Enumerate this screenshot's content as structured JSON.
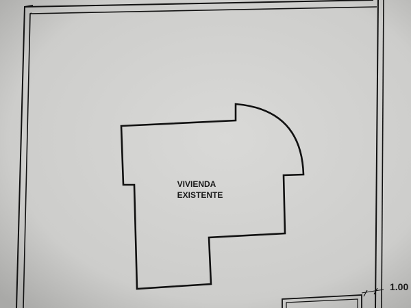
{
  "plan": {
    "building_label_line1": "VIVIENDA",
    "building_label_line2": "EXISTENTE",
    "dimension_label": "1.00"
  },
  "colors": {
    "paper": "#cfcfcd",
    "ink": "#111111"
  }
}
